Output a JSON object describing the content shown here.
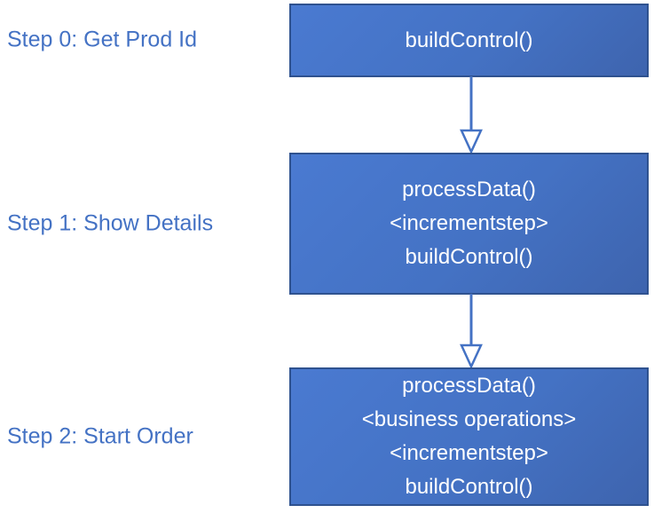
{
  "colors": {
    "accent_blue": "#4472C4",
    "box_border": "#2F528F",
    "box_fill_light": "#4A7AD1",
    "box_fill_dark": "#3E64AE",
    "box_text": "#FFFFFF",
    "background": "#FFFFFF"
  },
  "diagram": {
    "steps": [
      {
        "label": "Step 0: Get Prod Id",
        "box_lines": [
          "buildControl()"
        ]
      },
      {
        "label": "Step 1: Show Details",
        "box_lines": [
          "processData()",
          "<incrementstep>",
          "buildControl()"
        ]
      },
      {
        "label": "Step 2: Start Order",
        "box_lines": [
          "processData()",
          "<business operations>",
          "<incrementstep>",
          "buildControl()"
        ]
      }
    ],
    "connectors": [
      {
        "from": "Step 0 box",
        "to": "Step 1 box",
        "style": "open-arrowhead"
      },
      {
        "from": "Step 1 box",
        "to": "Step 2 box",
        "style": "open-arrowhead"
      }
    ]
  }
}
